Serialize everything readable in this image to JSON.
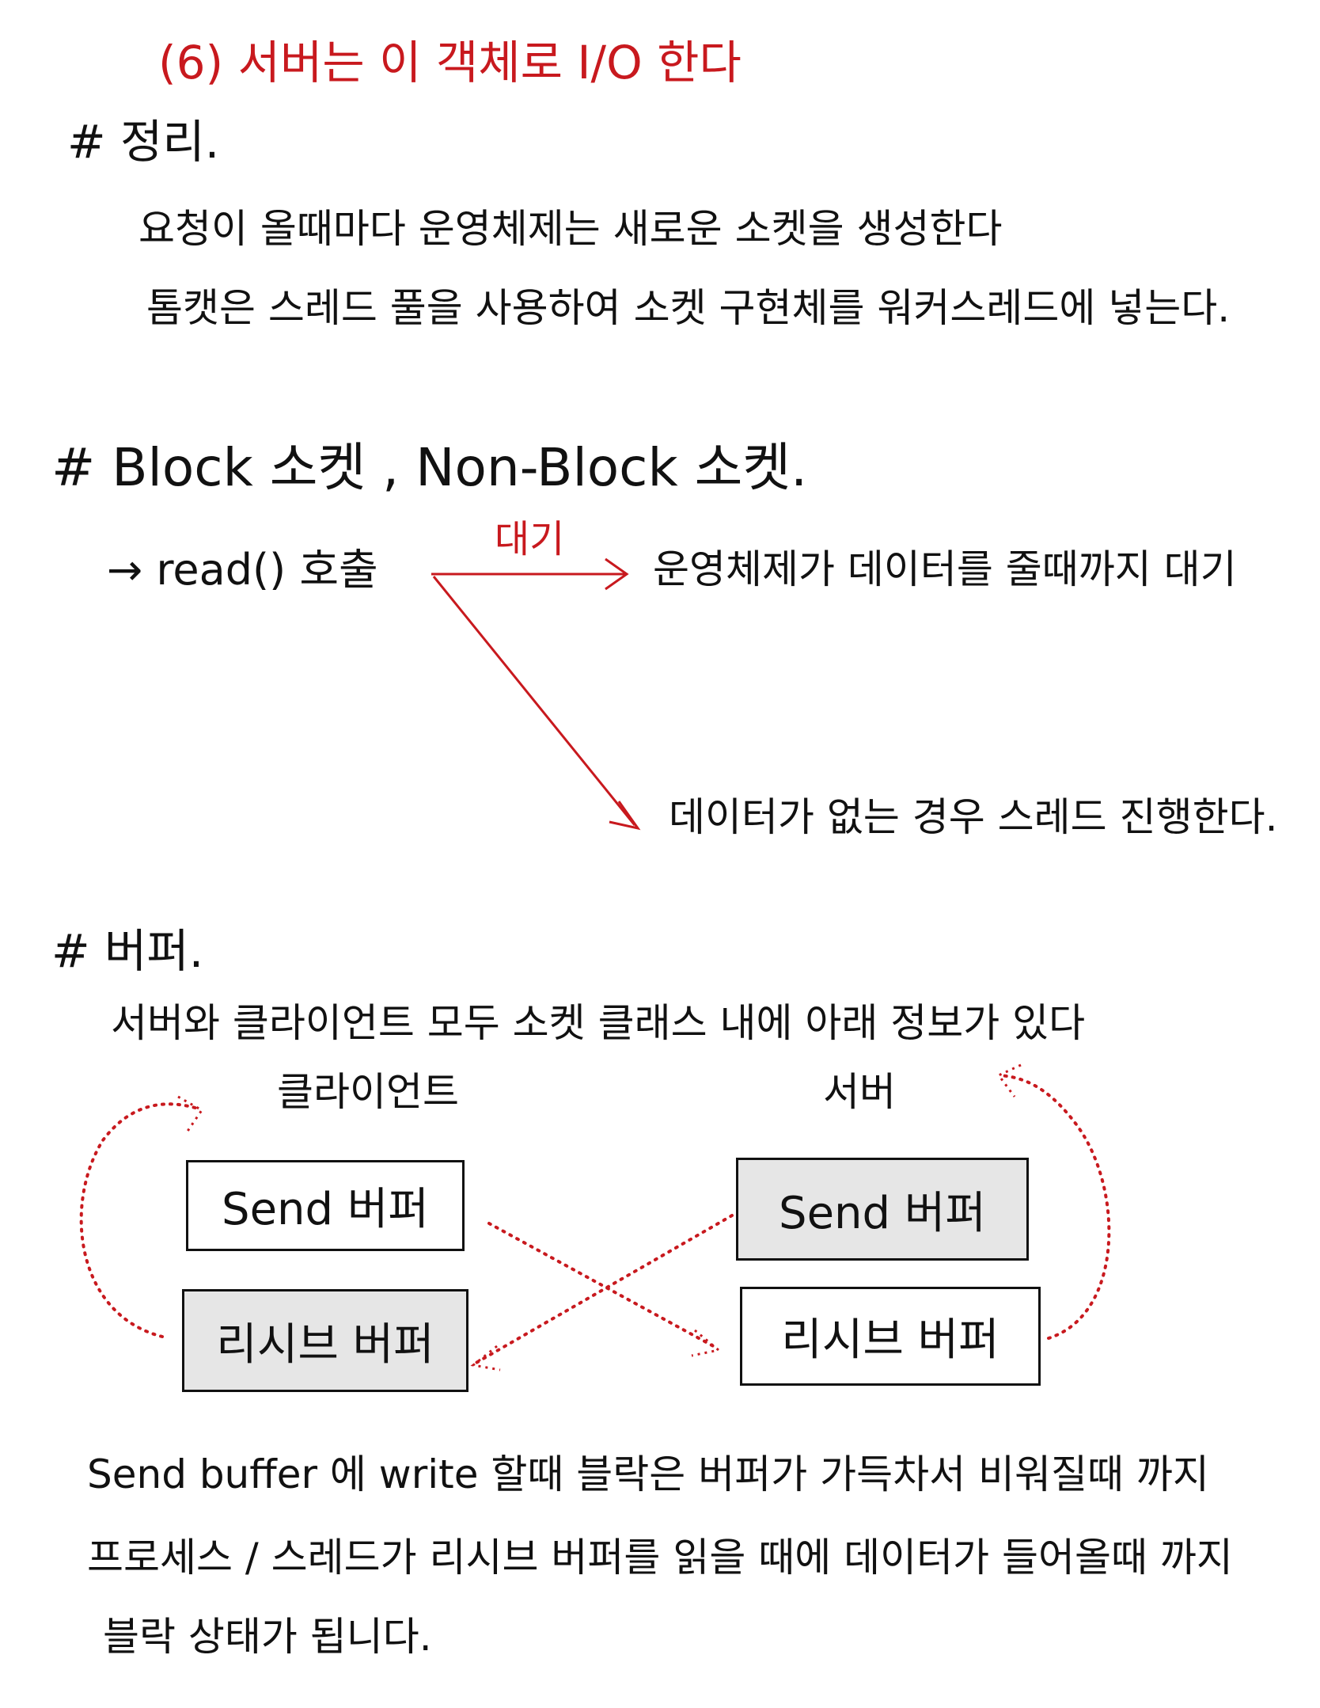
{
  "header": {
    "line6": "(6) 서버는 이 객체로 I/O 한다"
  },
  "summary": {
    "title": "# 정리.",
    "line1": "요청이 올때마다 운영체제는 새로운 소켓을 생성한다",
    "line2": "톰캣은 스레드 풀을 사용하여 소켓 구현체를 워커스레드에 넣는다."
  },
  "block": {
    "title": "# Block 소켓 , Non-Block 소켓.",
    "read_call": "→ read() 호출",
    "wait_label": "대기",
    "block_result": "운영체제가 데이터를 줄때까지 대기",
    "nonblock_result": "데이터가 없는 경우 스레드 진행한다."
  },
  "buffer": {
    "title": "# 버퍼.",
    "intro": "서버와 클라이언트 모두 소켓 클래스 내에 아래 정보가 있다",
    "client_label": "클라이언트",
    "server_label": "서버",
    "client_send": "Send 버퍼",
    "client_receive": "리시브 버퍼",
    "server_send": "Send 버퍼",
    "server_receive": "리시브 버퍼",
    "note1": "Send buffer 에 write 할때 블락은 버퍼가 가득차서 비워질때 까지",
    "note2": "프로세스 / 스레드가 리시브 버퍼를 읽을 때에 데이터가 들어올때 까지",
    "note3": "블락 상태가 됩니다."
  },
  "colors": {
    "ink": "#111111",
    "accent_red": "#c8191e",
    "box_fill": "#e6e6e6"
  }
}
